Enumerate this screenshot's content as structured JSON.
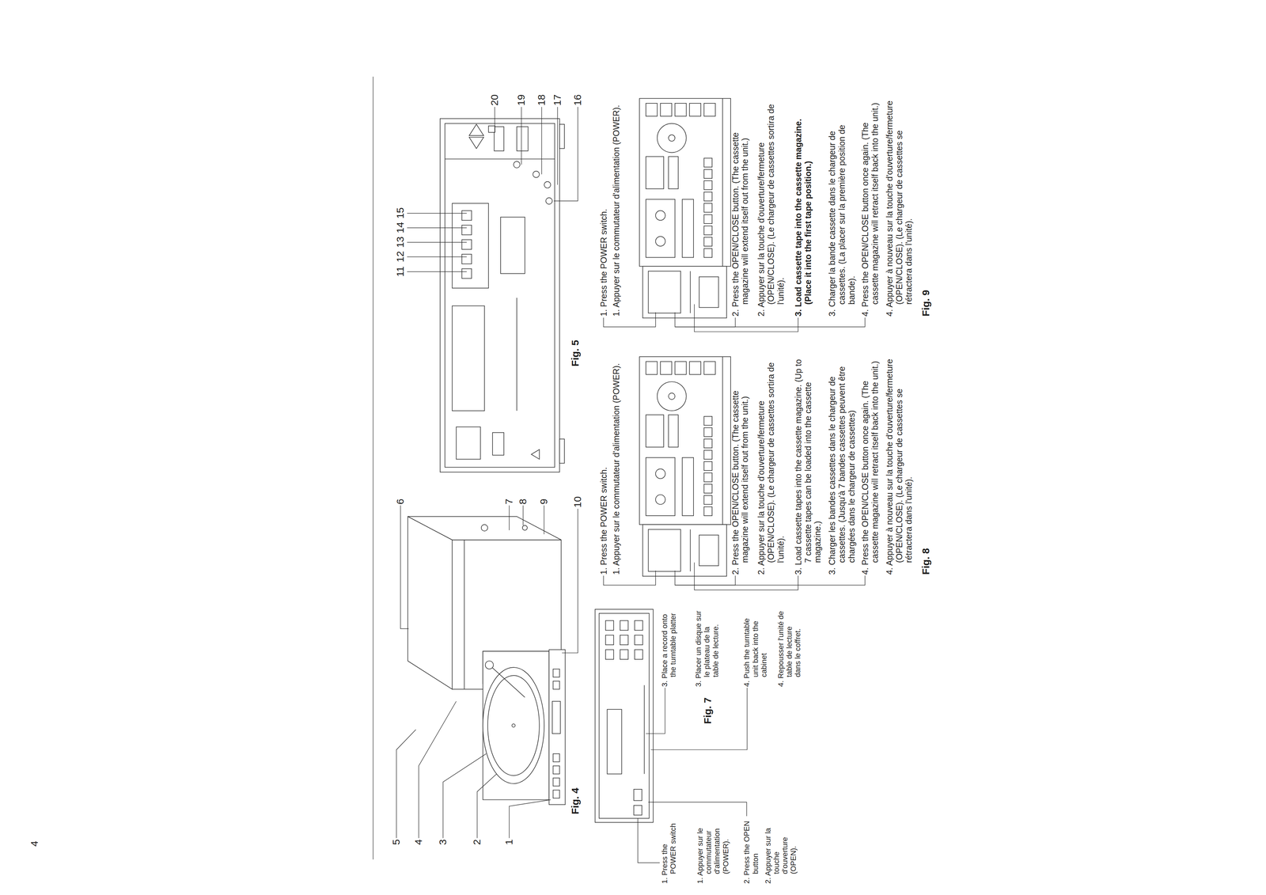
{
  "diagram": {
    "labels": [
      "4",
      "5",
      "4",
      "3",
      "2",
      "1",
      "6",
      "7",
      "8",
      "9",
      "10",
      "Fig. 4",
      "11",
      "12",
      "13",
      "14",
      "15",
      "20",
      "19",
      "18",
      "17",
      "16",
      "Fig. 5",
      "1. Press the POWER switch",
      "1. Appuyer sur le commutateur d'alimentation (POWER).",
      "2. Press the OPEN button",
      "2. Appuyer sur la touche d'ouverture (OPEN).",
      "3. Place a record onto the turntable platter",
      "3. Placer un disque sur le plateau de la table de lecture.",
      "4. Push the turntable unit back into the cabinet",
      "4. Repousser l'unité de table de lecture dans le coffret.",
      "Fig. 7",
      "1. Press the POWER switch.",
      "1. Appuyer sur le commutateur d'alimentation (POWER).",
      "2. Press the OPEN/CLOSE button. (The cassette magazine will extend itself out from the unit.)",
      "2. Appuyer sur la touche d'ouverture/fermeture (OPEN/CLOSE). (Le chargeur de cassettes sortira de l'unité).",
      "3. Load cassette tapes into the cassette magazine. (Up to 7 cassette tapes can be loaded into the cassette magazine.)",
      "3. Charger les bandes cassettes dans le chargeur de cassettes. (Jusqu'à 7 bandes cassettes peuvent être chargées dans le chargeur de cassettes)",
      "4. Press the OPEN/CLOSE button once again. (The cassette magazine will retract itself back into the unit.)",
      "4. Appuyer à nouveau sur la touche d'ouverture/fermeture (OPEN/CLOSE). (Le chargeur de cassettes se rétractera dans l'unité).",
      "Fig. 8",
      "1. Press the POWER switch.",
      "1. Appuyer sur le commutateur d'alimentation (POWER).",
      "2. Press the OPEN/CLOSE button. (The cassette magazine will extend itself out from the unit.)",
      "2. Appuyer sur la touche d'ouverture/fermeture (OPEN/CLOSE). (Le chargeur de cassettes sortira de l'unité).",
      "3. Load cassette tape into the cassette magazine. (Place it into the first tape position.)",
      "3. Charger la bande cassette dans le chargeur de cassettes. (La placer sur la première position de bande).",
      "4. Press the OPEN/CLOSE button once again. (The cassette magazine will retract itself back into the unit.)",
      "4. Appuyer à nouveau sur la touche d'ouverture/fermeture (OPEN/CLOSE). (Le chargeur de cassettes se rétractera dans l'unité).",
      "Fig. 9"
    ]
  }
}
